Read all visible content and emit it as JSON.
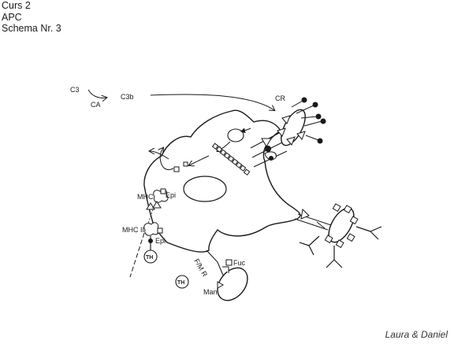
{
  "header": {
    "line1": "Curs 2",
    "line2": "APC",
    "line3": "Schema Nr. 3"
  },
  "diagram": {
    "labels": {
      "c3": "C3",
      "ca": "CA",
      "c3b": "C3b",
      "cr": "CR",
      "mhc_upper": "MHC",
      "epi_upper": "Epi",
      "mhc_lower": "MHC II",
      "epi_lower": "Epi",
      "th_1": "TH",
      "th_2": "TH",
      "fmr": "F/M R",
      "fuc": "Fuc",
      "man": "Man"
    }
  },
  "credit": "Laura & Daniel"
}
